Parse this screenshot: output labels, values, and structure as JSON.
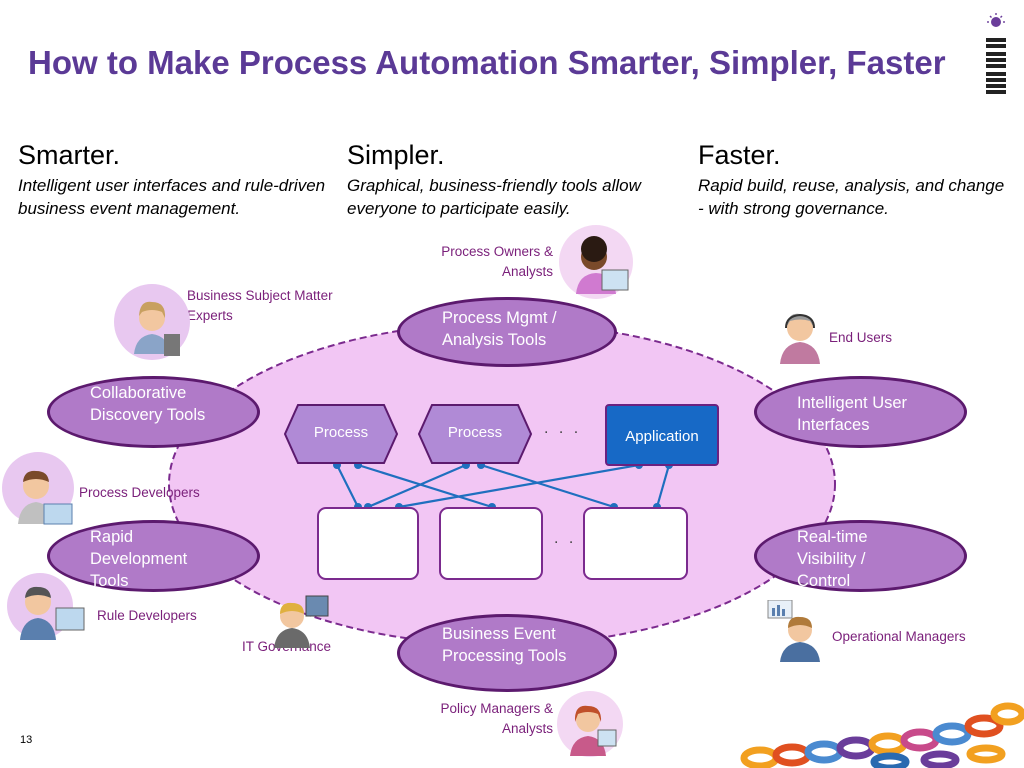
{
  "slide": {
    "title": "How to Make Process Automation Smarter, Simpler, Faster",
    "page_number": "13"
  },
  "columns": [
    {
      "heading": "Smarter.",
      "text": "Intelligent user interfaces and rule-driven business event management."
    },
    {
      "heading": "Simpler.",
      "text": "Graphical, business-friendly tools allow everyone to participate easily."
    },
    {
      "heading": "Faster.",
      "text": "Rapid build, reuse, analysis, and change - with strong governance."
    }
  ],
  "tools": {
    "process_mgmt": "Process Mgmt / Analysis Tools",
    "collaborative": "Collaborative Discovery Tools",
    "rapid_dev": "Rapid Development Tools",
    "business_event": "Business Event Processing Tools",
    "intelligent_ui": "Intelligent User Interfaces",
    "realtime": "Real-time Visibility / Control"
  },
  "center": {
    "process_1": "Process",
    "process_2": "Process",
    "application": "Application",
    "ellipsis_top": ". . .",
    "ellipsis_bottom": ". . ."
  },
  "roles": {
    "process_owners": "Process Owners & Analysts",
    "business_sme": "Business Subject Matter Experts",
    "end_users": "End Users",
    "process_developers": "Process Developers",
    "rule_developers": "Rule Developers",
    "it_governance": "IT Governance",
    "operational_managers": "Operational Managers",
    "policy_managers": "Policy Managers & Analysts"
  },
  "colors": {
    "title": "#5b3a96",
    "ellipse_fill": "#f2c6f4",
    "ellipse_border": "#7b2a8e",
    "pill_fill": "#b07ac8",
    "process_fill": "#b08ad6",
    "application_fill": "#1769c6",
    "connector": "#1f6fbf",
    "role_text": "#7a1f7a"
  }
}
